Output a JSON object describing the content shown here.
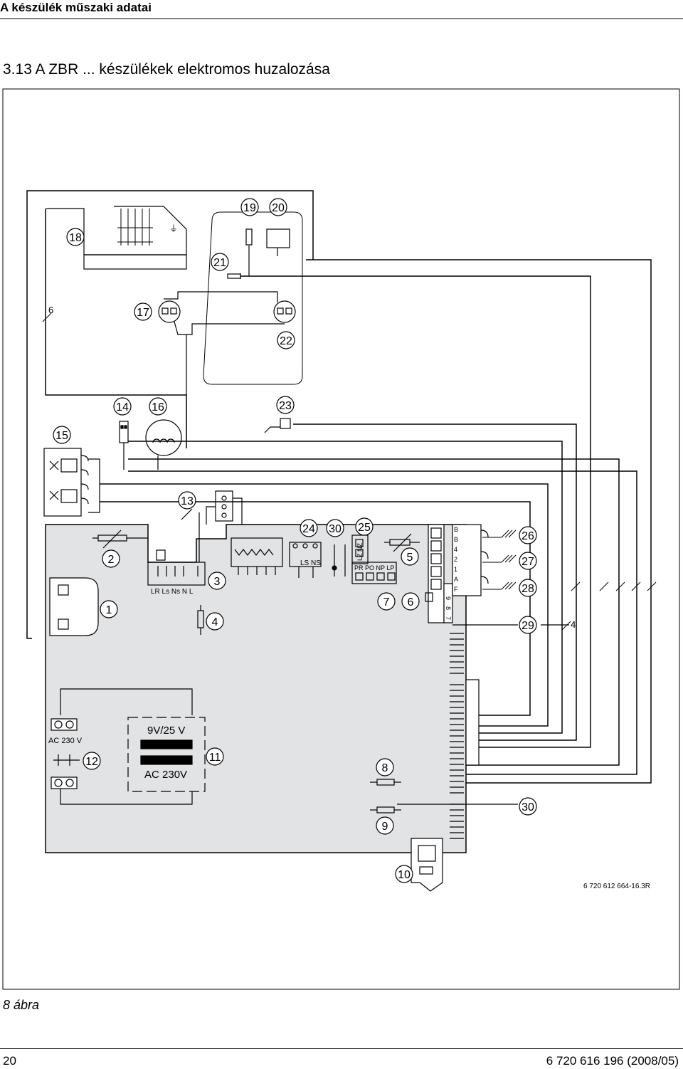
{
  "header": {
    "section_title": "A készülék műszaki adatai"
  },
  "page_title": "3.13   A ZBR ... készülékek elektromos  huzalozása",
  "callouts": [
    "1",
    "2",
    "3",
    "4",
    "5",
    "6",
    "7",
    "8",
    "9",
    "10",
    "11",
    "12",
    "13",
    "14",
    "15",
    "16",
    "17",
    "18",
    "19",
    "20",
    "21",
    "22",
    "23",
    "24",
    "25",
    "26",
    "27",
    "28",
    "29",
    "30"
  ],
  "labels": {
    "six": "6",
    "four": "4",
    "terminal_block": "LR Ls Ns N    L",
    "ls_ns": "LS NS",
    "lz_nz": "LZ  NZ",
    "pr_po": "PR PO NP LP",
    "mains_left": "AC 230 V",
    "trafo_top": "9V/25 V",
    "trafo_bottom": "AC 230V",
    "side_pins": [
      "B",
      "B",
      "4",
      "2",
      "1",
      "A",
      "F"
    ],
    "pins_987": [
      "9",
      "8",
      "7"
    ]
  },
  "drawing_ref": "6 720 612 664-16.3R",
  "figure_caption": "8 ábra",
  "footer": {
    "page_number": "20",
    "doc_id": "6 720 616 196 (2008/05)"
  },
  "colors": {
    "board_fill": "#e2e3e5",
    "line": "#000000"
  }
}
